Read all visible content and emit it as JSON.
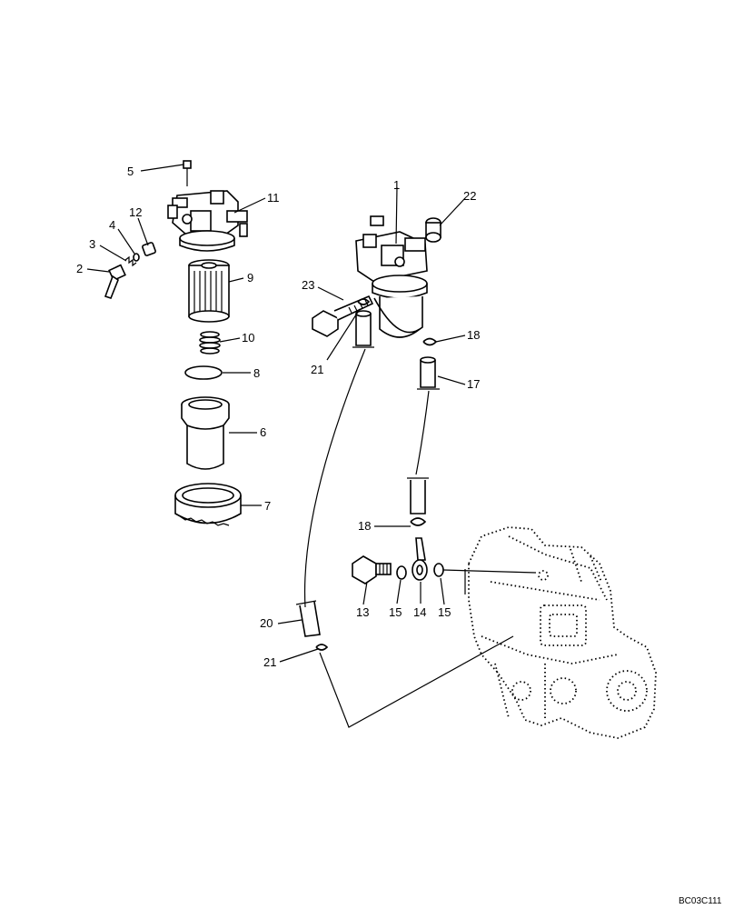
{
  "diagram": {
    "drawing_code": "BC03C111",
    "callouts": [
      {
        "id": "c1",
        "text": "1"
      },
      {
        "id": "c2",
        "text": "2"
      },
      {
        "id": "c3",
        "text": "3"
      },
      {
        "id": "c4",
        "text": "4"
      },
      {
        "id": "c5",
        "text": "5"
      },
      {
        "id": "c6",
        "text": "6"
      },
      {
        "id": "c7",
        "text": "7"
      },
      {
        "id": "c8",
        "text": "8"
      },
      {
        "id": "c9",
        "text": "9"
      },
      {
        "id": "c10",
        "text": "10"
      },
      {
        "id": "c11",
        "text": "11"
      },
      {
        "id": "c12",
        "text": "12"
      },
      {
        "id": "c13",
        "text": "13"
      },
      {
        "id": "c14",
        "text": "14"
      },
      {
        "id": "c15a",
        "text": "15"
      },
      {
        "id": "c15b",
        "text": "15"
      },
      {
        "id": "c17",
        "text": "17"
      },
      {
        "id": "c18a",
        "text": "18"
      },
      {
        "id": "c18b",
        "text": "18"
      },
      {
        "id": "c20",
        "text": "20"
      },
      {
        "id": "c21a",
        "text": "21"
      },
      {
        "id": "c21b",
        "text": "21"
      },
      {
        "id": "c22",
        "text": "22"
      },
      {
        "id": "c23",
        "text": "23"
      }
    ]
  }
}
